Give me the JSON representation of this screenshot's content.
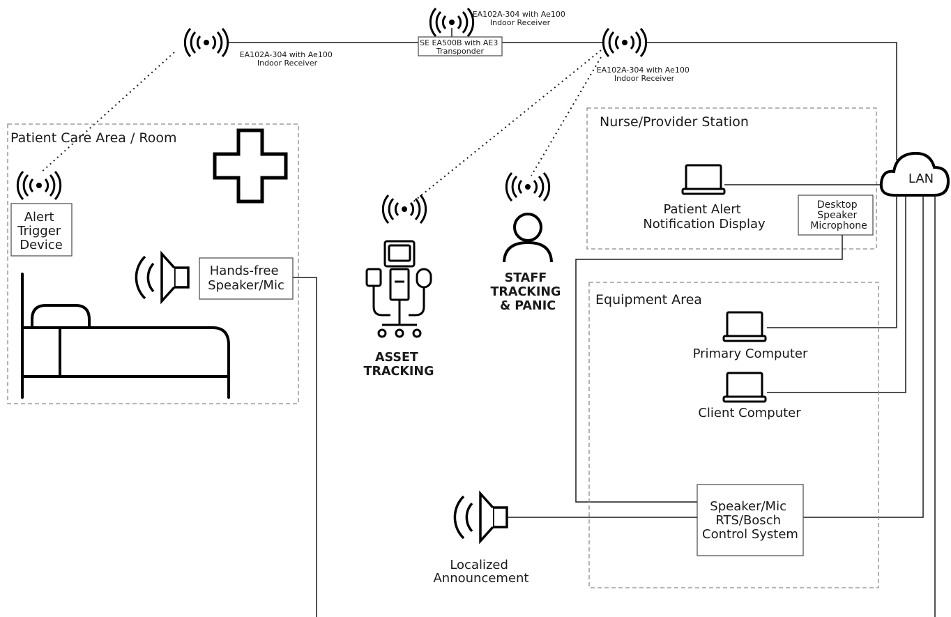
{
  "receivers": {
    "left": [
      "EA102A-304 with Ae100",
      "Indoor Receiver"
    ],
    "center": [
      "EA102A-304 with Ae100",
      "Indoor Receiver"
    ],
    "right": [
      "EA102A-304 with Ae100",
      "Indoor Receiver"
    ]
  },
  "transponder": [
    "SE EA500B with AE3",
    "Transponder"
  ],
  "patient_area": {
    "title": "Patient Care Area / Room",
    "alert_device": [
      "Alert",
      "Trigger",
      "Device"
    ],
    "handsfree": [
      "Hands-free",
      "Speaker/Mic"
    ]
  },
  "asset_tracking": [
    "ASSET",
    "TRACKING"
  ],
  "staff_tracking": [
    "STAFF",
    "TRACKING",
    "& PANIC"
  ],
  "nurse_station": {
    "title": "Nurse/Provider Station",
    "display": [
      "Patient Alert",
      "Notification Display"
    ],
    "desktop": [
      "Desktop",
      "Speaker",
      "Microphone"
    ]
  },
  "lan": "LAN",
  "equipment_area": {
    "title": "Equipment Area",
    "primary": "Primary Computer",
    "client": "Client Computer",
    "control": [
      "Speaker/Mic",
      "RTS/Bosch",
      "Control System"
    ]
  },
  "announcement": [
    "Localized",
    "Announcement"
  ],
  "icons": [
    "wifi-icon",
    "medical-cross-icon",
    "speaker-icon",
    "bed-icon",
    "medical-cart-icon",
    "person-icon",
    "laptop-icon",
    "cloud-icon"
  ]
}
